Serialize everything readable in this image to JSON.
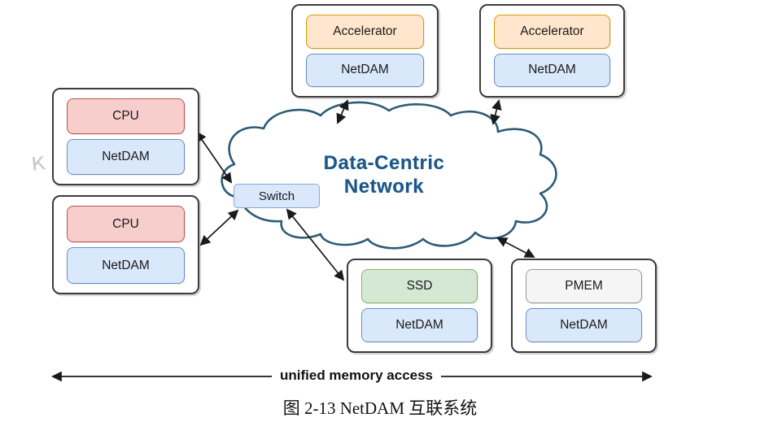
{
  "figure": {
    "caption": "图 2-13 NetDAM 互联系统",
    "axis_label": "unified memory access",
    "watermark": "к"
  },
  "cloud": {
    "title_line1": "Data-Centric",
    "title_line2": "Network"
  },
  "switch": {
    "label": "Switch"
  },
  "nodes": {
    "acc1": {
      "top": "Accelerator",
      "bottom": "NetDAM"
    },
    "acc2": {
      "top": "Accelerator",
      "bottom": "NetDAM"
    },
    "cpu1": {
      "top": "CPU",
      "bottom": "NetDAM"
    },
    "cpu2": {
      "top": "CPU",
      "bottom": "NetDAM"
    },
    "ssd": {
      "top": "SSD",
      "bottom": "NetDAM"
    },
    "pmem": {
      "top": "PMEM",
      "bottom": "NetDAM"
    }
  },
  "colors": {
    "accelerator_fill": "#ffe6cc",
    "accelerator_stroke": "#d79b00",
    "cpu_fill": "#f8cecc",
    "cpu_stroke": "#b85450",
    "netdam_fill": "#dae8fc",
    "netdam_stroke": "#6c8ebf",
    "ssd_fill": "#d5e8d4",
    "ssd_stroke": "#82b366",
    "pmem_fill": "#f5f5f5",
    "pmem_stroke": "#999999",
    "switch_fill": "#dbe8fb",
    "switch_stroke": "#85a8d8",
    "cloud_stroke": "#2d5b76",
    "cloud_text": "#1b5687",
    "node_border": "#3c3c3c",
    "arrow": "#1a1a1a"
  }
}
